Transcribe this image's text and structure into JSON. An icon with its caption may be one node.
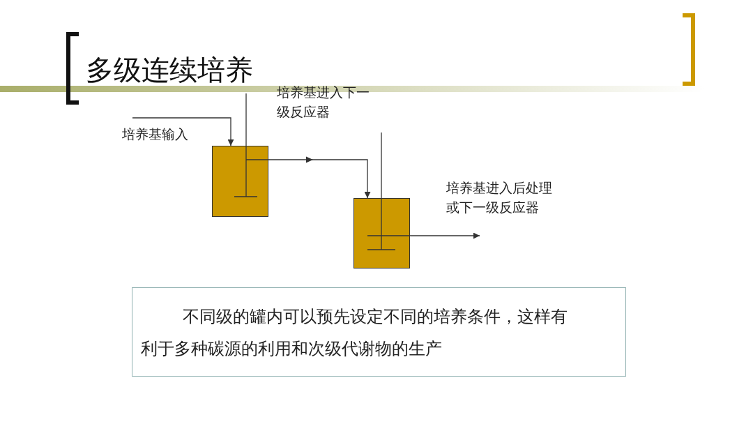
{
  "diagram": {
    "title": "多级连续培养",
    "nodes": [
      {
        "text": [],
        "shape": "box"
      },
      {
        "text": [],
        "shape": "box"
      },
      {
        "text": [
          "不同级的罐内可以预先设定不同的培养条件，这样有利于多种碳源的利用和次级代谢物的生产"
        ]
      }
    ],
    "edges": [
      {
        "from": null,
        "to": 0,
        "arrow": "to"
      },
      {
        "from": 0,
        "to": 1,
        "arrow": "to"
      },
      {
        "from": 1,
        "to": null,
        "arrow": "to"
      }
    ],
    "labels": [
      "培养基输入",
      "培养基进入下一级反应器",
      "培养基进入后处理或下一级反应器"
    ]
  }
}
